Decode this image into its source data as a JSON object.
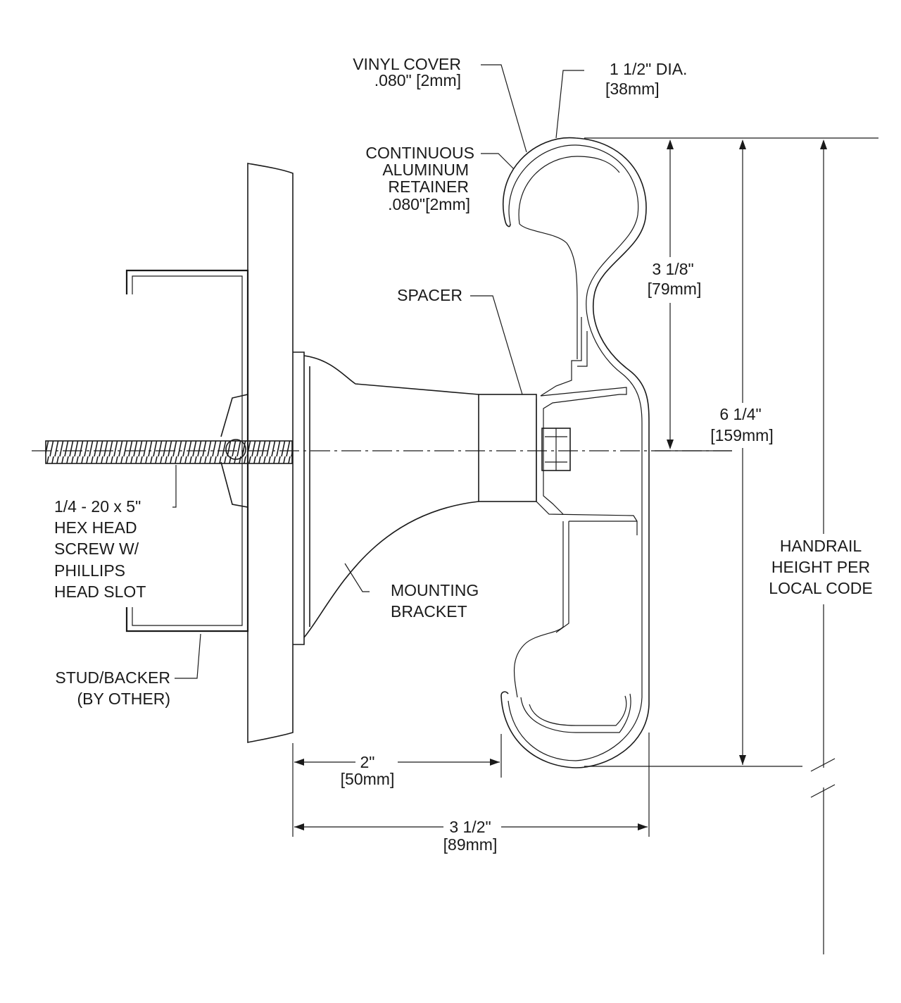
{
  "labels": {
    "vinyl_cover": [
      "VINYL COVER",
      ".080\" [2mm]"
    ],
    "diameter": [
      "1 1/2\" DIA.",
      "[38mm]"
    ],
    "retainer": [
      "CONTINUOUS",
      "ALUMINUM",
      "RETAINER",
      ".080\"[2mm]"
    ],
    "spacer": [
      "SPACER"
    ],
    "screw": [
      "1/4 - 20 x 5\"",
      "HEX HEAD",
      "SCREW W/",
      "PHILLIPS",
      "HEAD SLOT"
    ],
    "bracket": [
      "MOUNTING",
      "BRACKET"
    ],
    "stud": [
      "STUD/BACKER",
      "(BY OTHER)"
    ],
    "height": [
      "HANDRAIL",
      "HEIGHT PER",
      "LOCAL CODE"
    ]
  },
  "dimensions": {
    "rail_top_to_center": [
      "3 1/8\"",
      "[79mm]"
    ],
    "rail_total_height": [
      "6 1/4\"",
      "[159mm]"
    ],
    "wall_clearance": [
      "2\"",
      "[50mm]"
    ],
    "overall_projection": [
      "3 1/2\"",
      "[89mm]"
    ]
  }
}
